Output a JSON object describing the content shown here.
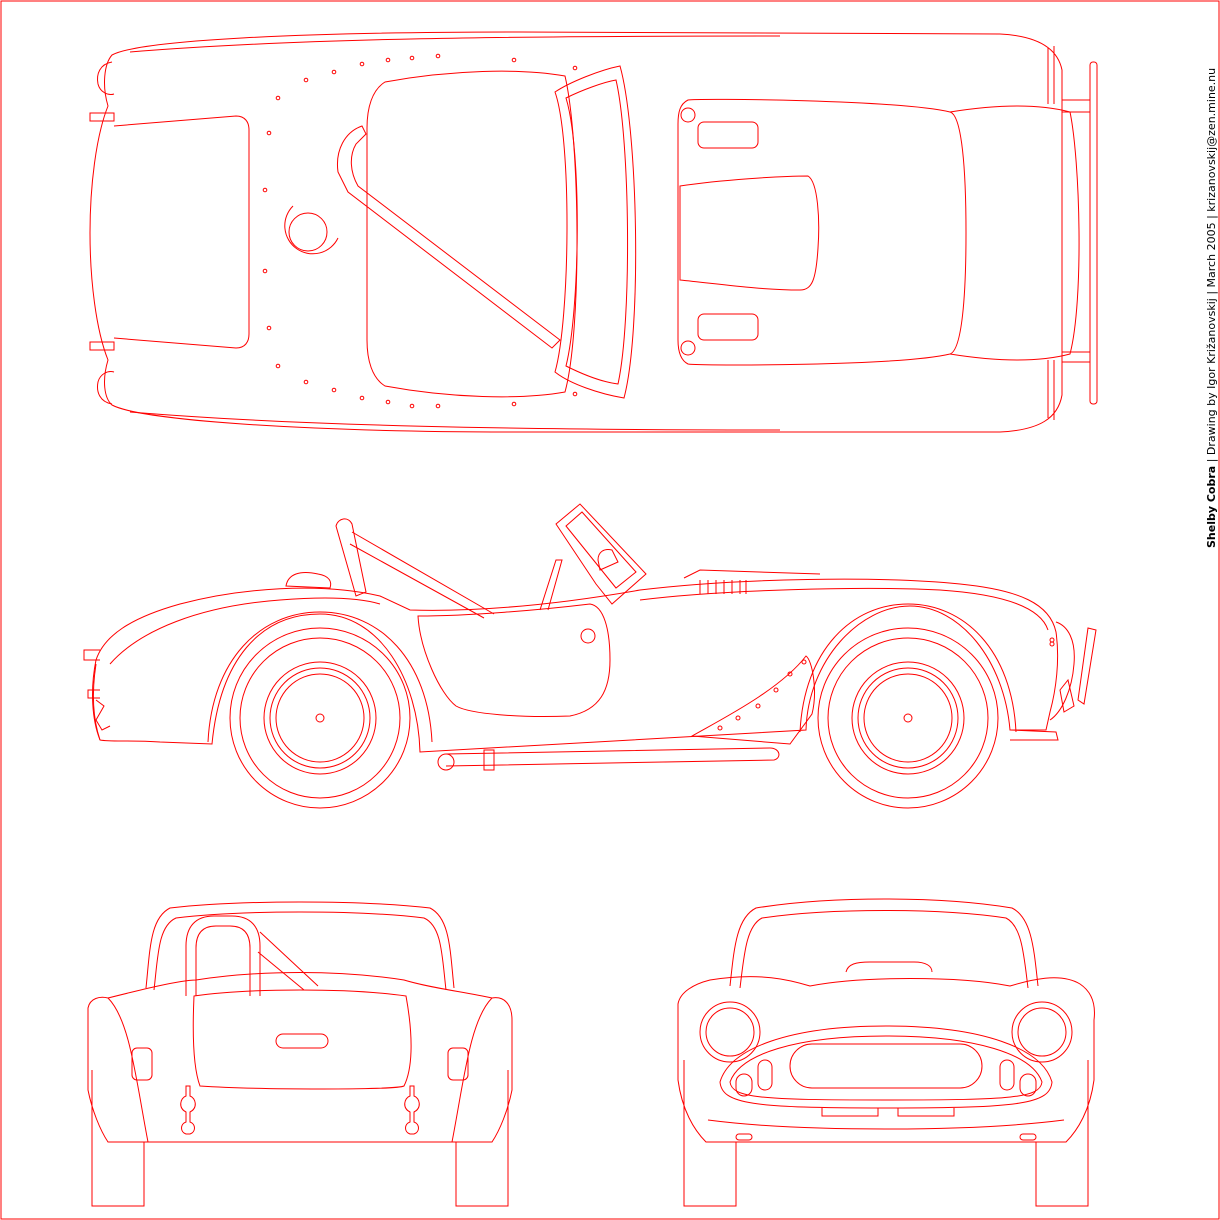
{
  "drawing": {
    "title": "Shelby Cobra",
    "credit": " | Drawing by Igor Križanovskij | March 2005 | krizanovskij@zen.mine.nu",
    "line_color": "#ff0000",
    "text_color": "#000000",
    "views": [
      "top-view",
      "side-view",
      "rear-view",
      "front-view"
    ]
  }
}
